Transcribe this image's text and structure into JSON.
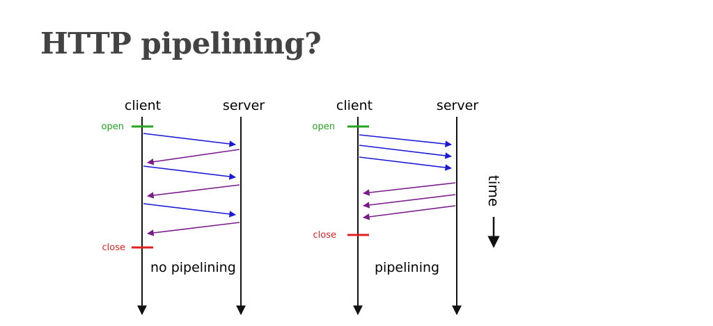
{
  "title": "HTTP pipelining?",
  "colors": {
    "timeline": "#111111",
    "request": "#1a1ad6",
    "response": "#7a1a8c",
    "open": "#22a322",
    "close": "#e02020"
  },
  "panels": [
    {
      "caption": "no pipelining",
      "client_label": "client",
      "server_label": "server",
      "open_label": "open",
      "close_label": "close",
      "messages": [
        "request",
        "response",
        "request",
        "response",
        "request",
        "response"
      ]
    },
    {
      "caption": "pipelining",
      "client_label": "client",
      "server_label": "server",
      "open_label": "open",
      "close_label": "close",
      "messages": [
        "request",
        "request",
        "request",
        "response",
        "response",
        "response"
      ]
    }
  ],
  "time_label": "time"
}
